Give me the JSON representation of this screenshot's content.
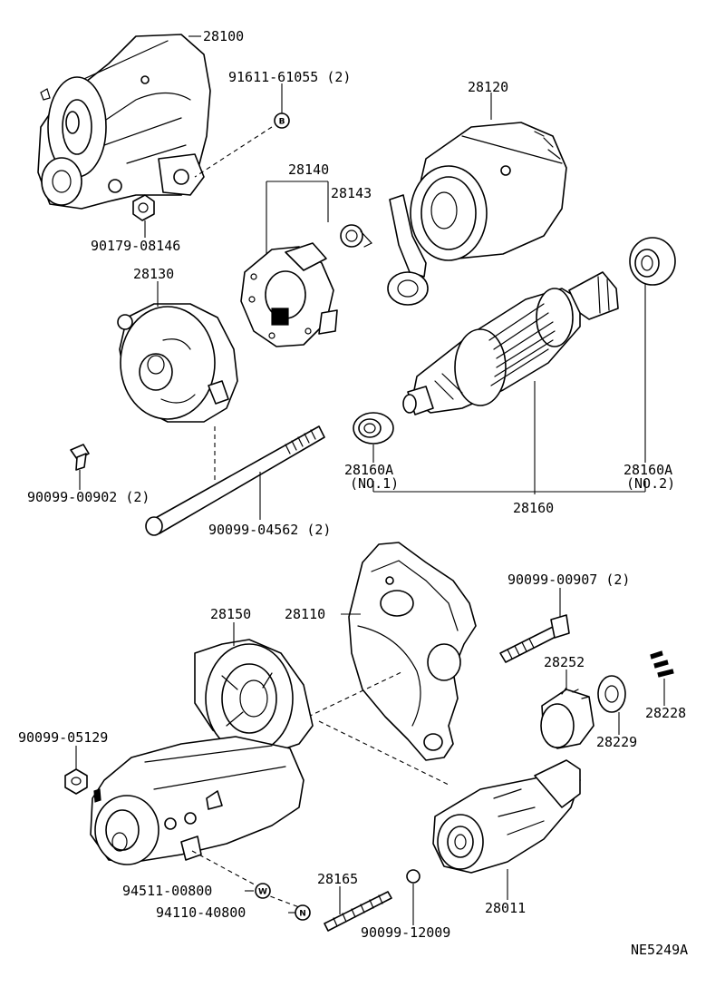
{
  "diagram_code": "NE5249A",
  "callouts": {
    "starter_assembly": "28100",
    "bolt_b": "91611-61055 (2)",
    "nut_top": "90179-08146",
    "solenoid_switch": "28120",
    "brush_holder": "28140",
    "brush_spring": "28143",
    "commutator_end_frame": "28130",
    "screw_left": "90099-00902 (2)",
    "through_bolt": "90099-04562 (2)",
    "armature": "28160",
    "bearing_no1_part": "28160A",
    "bearing_no1_tag": "(NO.1)",
    "bearing_no2_part": "28160A",
    "bearing_no2_tag": "(NO.2)",
    "starter_housing": "28110",
    "yoke": "28150",
    "screw_right": "90099-00907 (2)",
    "clutch_gear": "28252",
    "idler_gear": "28229",
    "rollers": "28228",
    "nut_bottom_left": "90099-05129",
    "washer_w": "94511-00800",
    "nut_n": "94110-40800",
    "spring": "28165",
    "ball": "90099-12009",
    "starter_clutch": "28011"
  },
  "marks": {
    "b": "B",
    "w": "W",
    "n": "N"
  }
}
